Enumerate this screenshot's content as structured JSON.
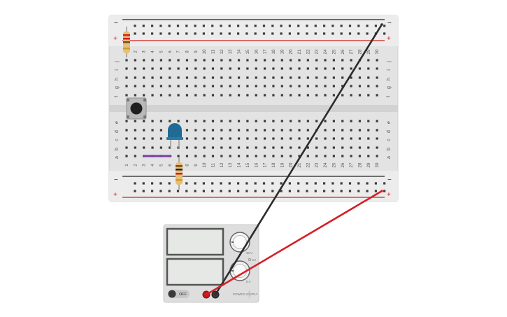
{
  "breadboard": {
    "columns": [
      "1",
      "2",
      "3",
      "4",
      "5",
      "6",
      "7",
      "8",
      "9",
      "10",
      "11",
      "12",
      "13",
      "14",
      "15",
      "16",
      "17",
      "18",
      "19",
      "20",
      "21",
      "22",
      "23",
      "24",
      "25",
      "26",
      "27",
      "28",
      "29",
      "30"
    ],
    "rows_top": [
      "j",
      "i",
      "h",
      "g",
      "f"
    ],
    "rows_bottom": [
      "e",
      "d",
      "c",
      "b",
      "a"
    ],
    "rail_minus": "−",
    "rail_plus": "+"
  },
  "power_supply": {
    "switch_label": "OFF",
    "voltage_label": "30 V",
    "current_label": "5 A",
    "cv_label": "CV",
    "cc_label": "CC",
    "brand_label": "POWER SUPPLY"
  },
  "colors": {
    "board": "#e3e3e3",
    "rail_red": "#d32020",
    "rail_black": "#222222",
    "wire_red": "#d42128",
    "wire_black": "#2c2c2c",
    "led": "#1f6b95",
    "jumper": "#7a3fa0",
    "resistor": "#e6bf78"
  },
  "icons": [
    "pushbutton-icon",
    "led-icon",
    "resistor-icon",
    "lightning-icon"
  ]
}
